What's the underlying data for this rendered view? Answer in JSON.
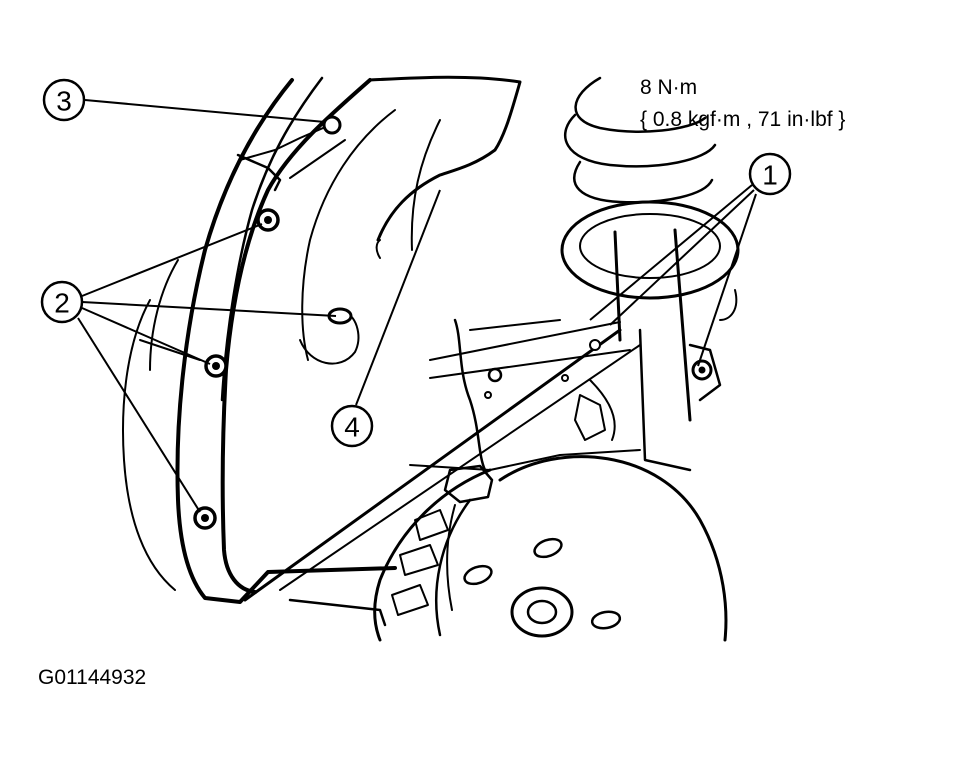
{
  "callouts": [
    {
      "id": "1",
      "label": "1"
    },
    {
      "id": "2",
      "label": "2"
    },
    {
      "id": "3",
      "label": "3"
    },
    {
      "id": "4",
      "label": "4"
    }
  ],
  "torque": {
    "line1": "8 N·m",
    "line2": "{ 0.8 kgf·m , 71 in·lbf }"
  },
  "figure_id": "G01144932"
}
